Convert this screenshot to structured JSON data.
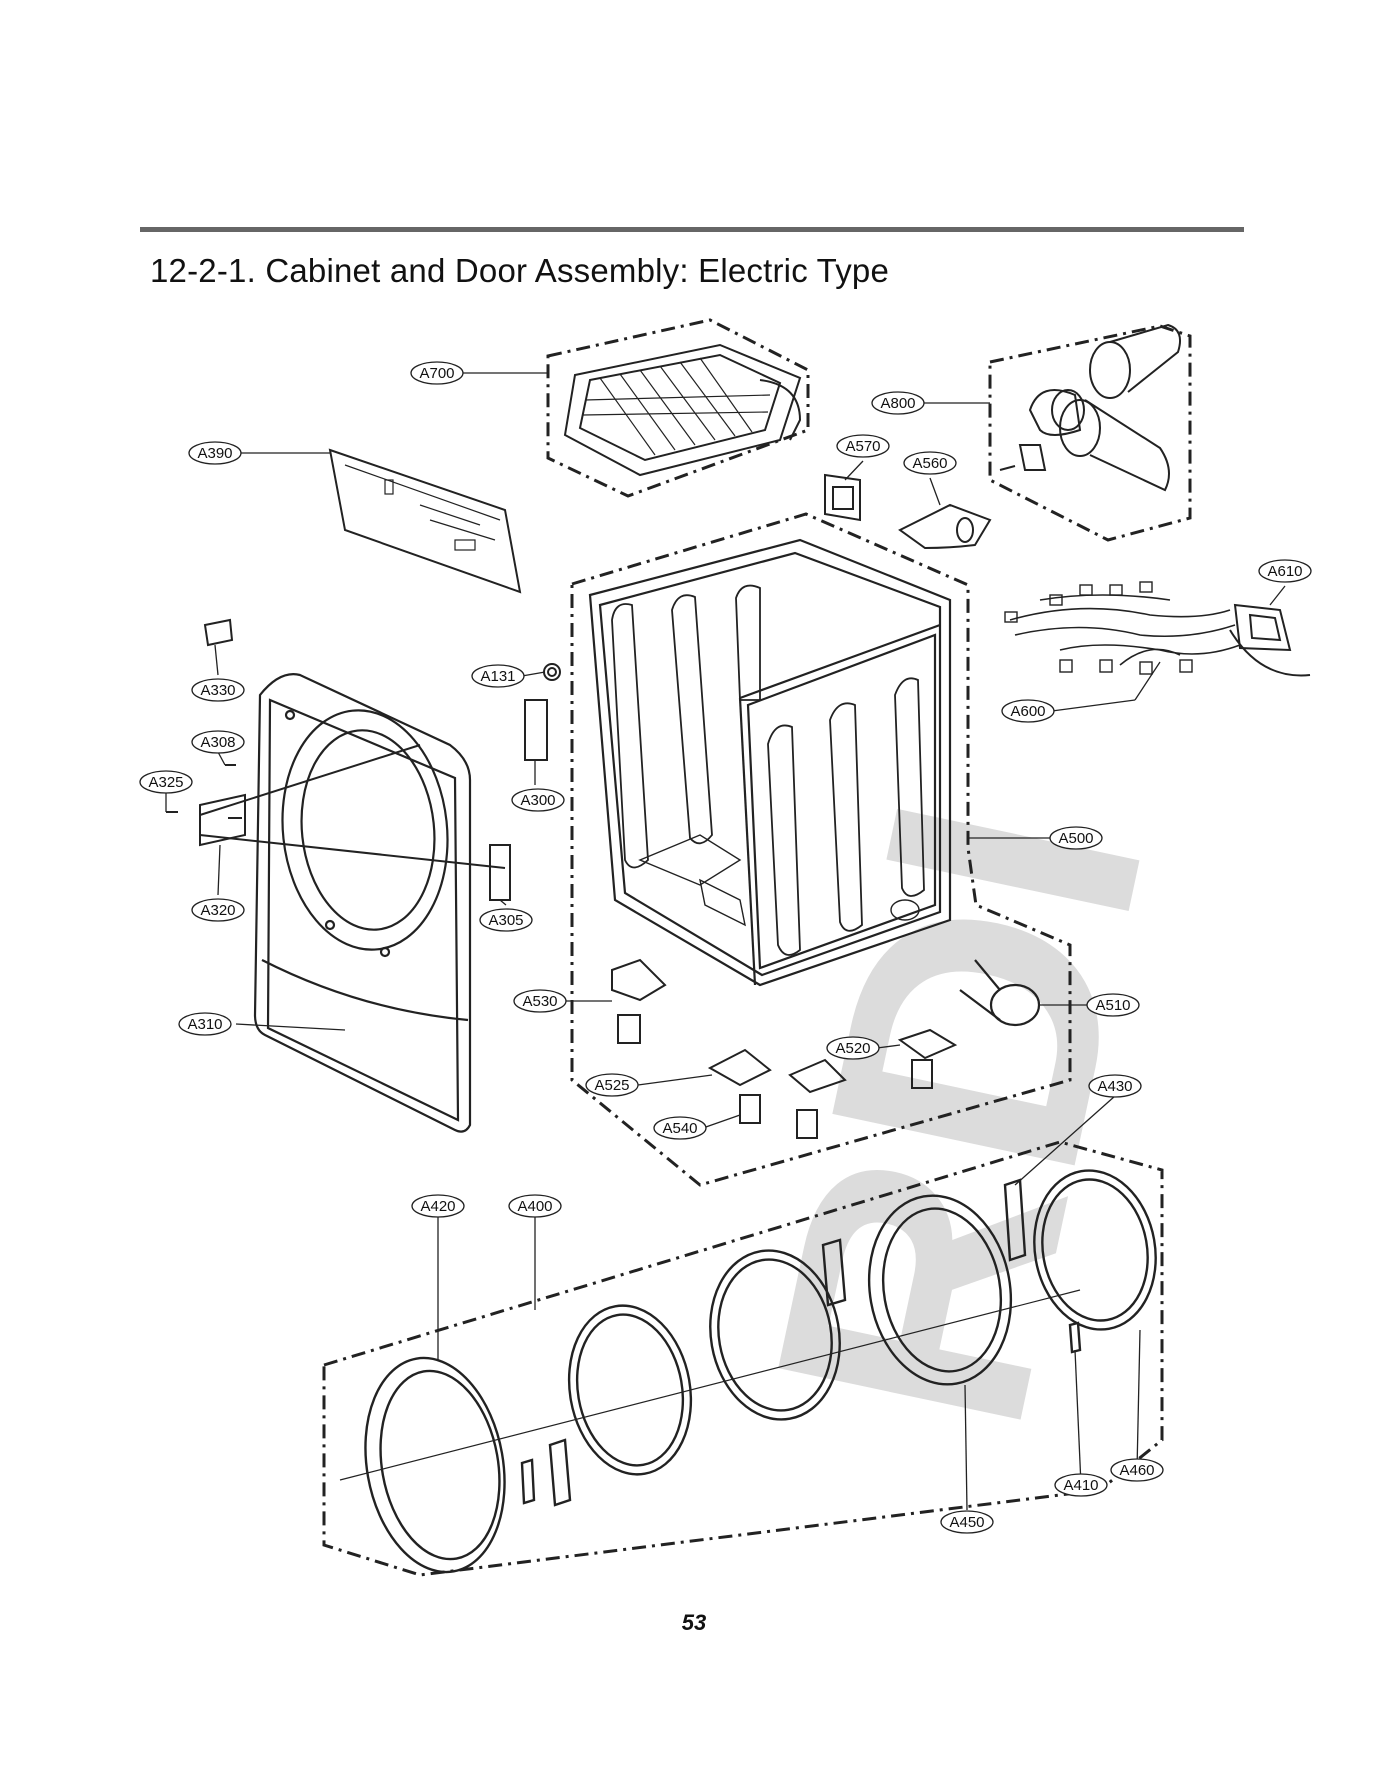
{
  "page": {
    "title": "12-2-1. Cabinet and Door Assembly: Electric Type",
    "page_number": "53",
    "watermark": "RDI"
  },
  "labels": [
    "A700",
    "A800",
    "A390",
    "A570",
    "A560",
    "A610",
    "A330",
    "A131",
    "A600",
    "A308",
    "A325",
    "A300",
    "A500",
    "A320",
    "A305",
    "A530",
    "A510",
    "A310",
    "A520",
    "A525",
    "A540",
    "A430",
    "A420",
    "A400",
    "A410",
    "A460",
    "A450"
  ]
}
